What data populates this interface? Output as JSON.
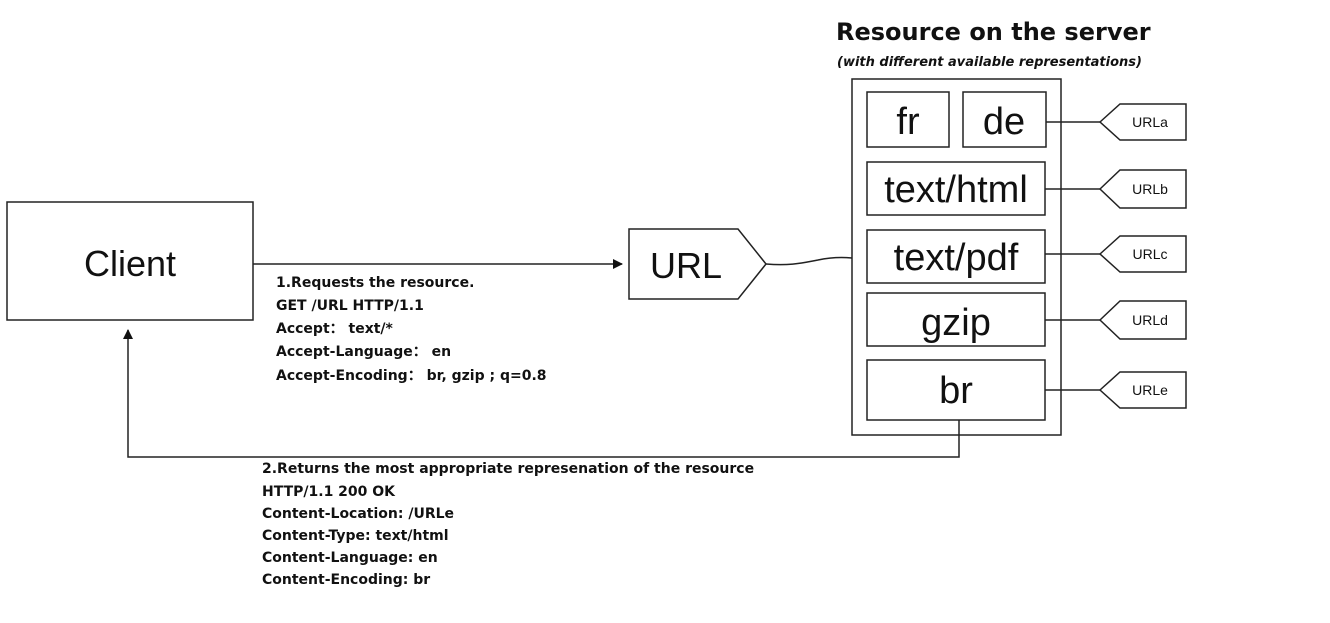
{
  "server": {
    "title": "Resource on the server",
    "subtitle": "(with different available representations)",
    "representations": {
      "fr": "fr",
      "de": "de",
      "html": "text/html",
      "pdf": "text/pdf",
      "gzip": "gzip",
      "br": "br"
    },
    "urls": [
      "URLa",
      "URLb",
      "URLc",
      "URLd",
      "URLe"
    ]
  },
  "client": {
    "label": "Client"
  },
  "url_node": {
    "label": "URL"
  },
  "request": {
    "lines": [
      "1.Requests the resource.",
      "GET /URL HTTP/1.1",
      "Accept： text/*",
      "Accept-Language： en",
      "Accept-Encoding： br,  gzip ;  q=0.8"
    ]
  },
  "response": {
    "lines": [
      "2.Returns the most appropriate represenation of the resource",
      "HTTP/1.1  200  OK",
      "Content-Location:  /URLe",
      "Content-Type:  text/html",
      "Content-Language:   en",
      "Content-Encoding:    br"
    ]
  }
}
